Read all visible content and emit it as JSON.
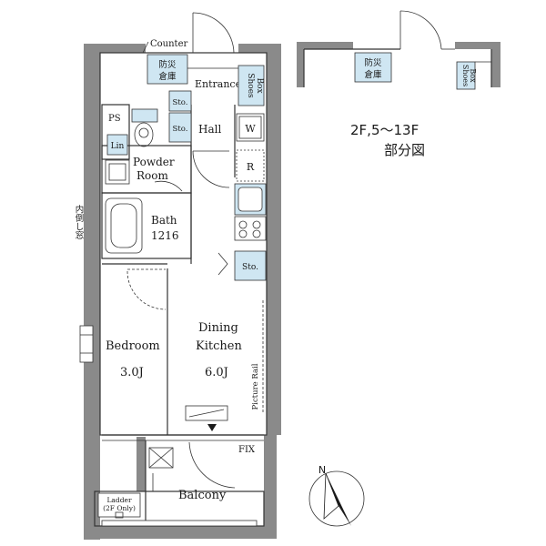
{
  "plan": {
    "counter": "Counter",
    "entrance": "Entrance",
    "shoes_box_line1": "Shoes",
    "shoes_box_line2": "Box",
    "fire_storage_line1": "防災",
    "fire_storage_line2": "倉庫",
    "sto_upper": "Sto.",
    "sto_lower": "Sto.",
    "hall": "Hall",
    "washer": "W",
    "ps": "PS",
    "lin": "Lin",
    "powder_line1": "Powder",
    "powder_line2": "Room",
    "fridge": "R",
    "bath_line1": "Bath",
    "bath_line2": "1216",
    "sto_kitchen": "Sto.",
    "inner_window": "内倒し窓",
    "bedroom": "Bedroom",
    "bedroom_size": "3.0J",
    "dining_line1": "Dining",
    "dining_line2": "Kitchen",
    "dining_size": "6.0J",
    "picture_rail": "Picture Rail",
    "fix": "FIX",
    "balcony": "Balcony",
    "ladder_line1": "Ladder",
    "ladder_line2": "(2F Only)"
  },
  "inset": {
    "fire_storage_line1": "防災",
    "fire_storage_line2": "倉庫",
    "shoes_box_line1": "Shoes",
    "shoes_box_line2": "Box",
    "floors": "2F,5～13F",
    "caption": "部分図"
  },
  "compass": {
    "north": "N"
  }
}
